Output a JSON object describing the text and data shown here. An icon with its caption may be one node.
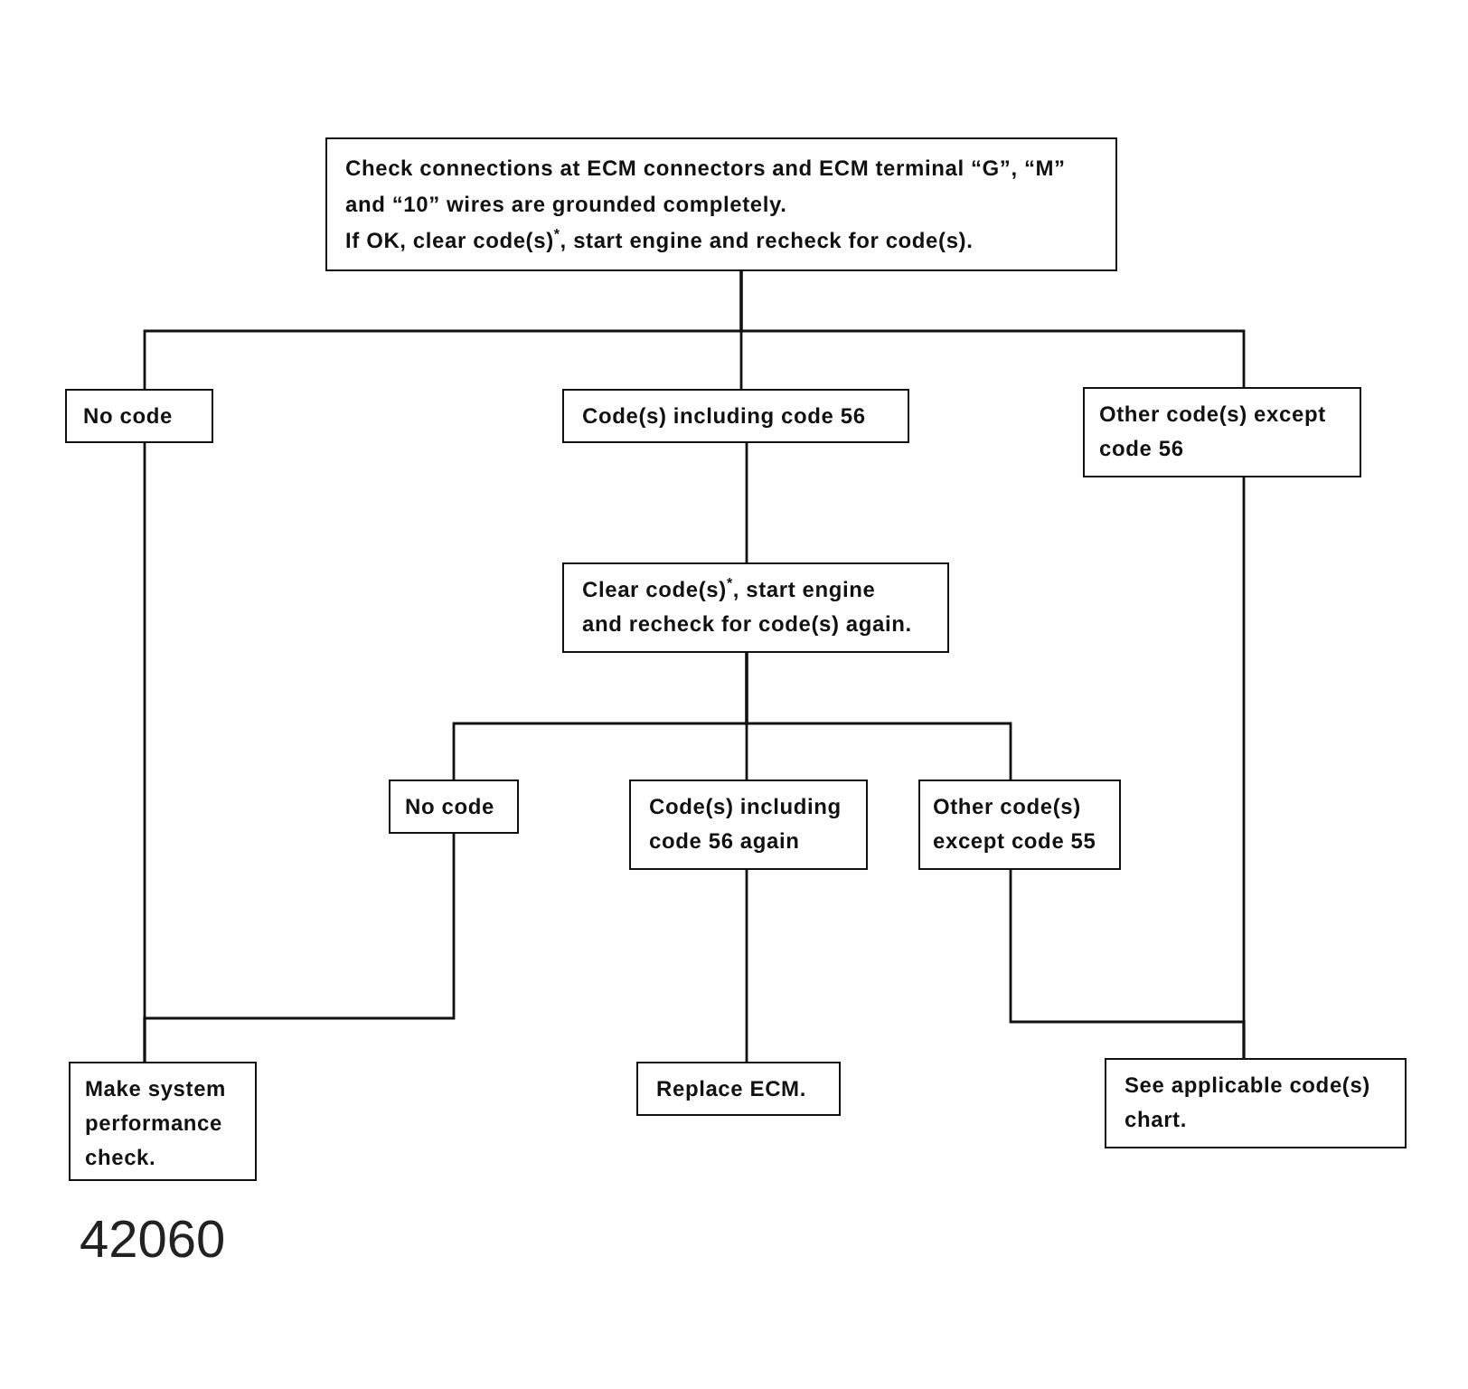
{
  "diagram": {
    "nodes": [
      {
        "text": [
          "Check connections at ECM connectors and ECM terminal “G”, “M” and “10” wires are grounded completely.",
          "If OK, clear code(s)$^{*}$, start engine and recheck for code(s)."
        ]
      },
      {
        "text": [
          "No code"
        ]
      },
      {
        "text": [
          "Code(s) including code 56"
        ]
      },
      {
        "text": [
          "Other code(s) except code 56"
        ]
      },
      {
        "text": [
          "Clear code(s)$^{*}$, start engine and recheck for code(s) again."
        ]
      },
      {
        "text": [
          "No code"
        ]
      },
      {
        "text": [
          "Code(s) including code 56 again"
        ]
      },
      {
        "text": [
          "Other code(s) except code 55"
        ]
      },
      {
        "text": [
          "Make system performance check."
        ]
      },
      {
        "text": [
          "Replace ECM."
        ]
      },
      {
        "text": [
          "See applicable code(s) chart."
        ]
      }
    ],
    "edges": [
      {
        "from": 0,
        "to": 1,
        "arrow": "none"
      },
      {
        "from": 0,
        "to": 2,
        "arrow": "none"
      },
      {
        "from": 0,
        "to": 3,
        "arrow": "none"
      },
      {
        "from": 2,
        "to": 4,
        "arrow": "none"
      },
      {
        "from": 4,
        "to": 5,
        "arrow": "none"
      },
      {
        "from": 4,
        "to": 6,
        "arrow": "none"
      },
      {
        "from": 4,
        "to": 7,
        "arrow": "none"
      },
      {
        "from": 1,
        "to": 8,
        "arrow": "none"
      },
      {
        "from": 5,
        "to": 8,
        "arrow": "none"
      },
      {
        "from": 6,
        "to": 9,
        "arrow": "none"
      },
      {
        "from": 3,
        "to": 10,
        "arrow": "none"
      },
      {
        "from": 7,
        "to": 10,
        "arrow": "none"
      }
    ],
    "labels": [
      "42060"
    ]
  }
}
